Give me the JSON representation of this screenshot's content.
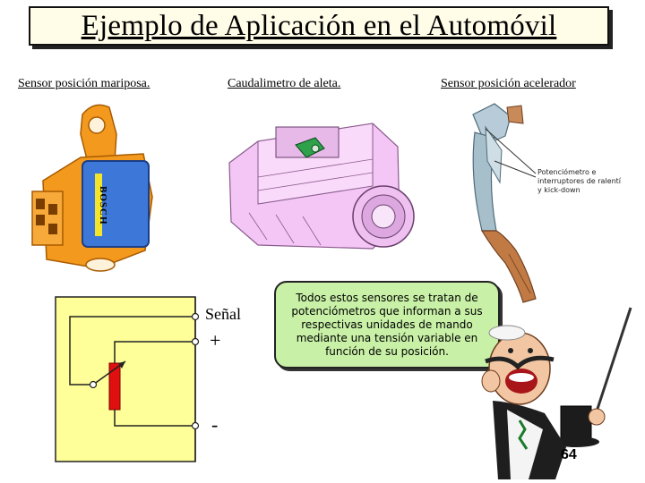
{
  "title": "Ejemplo de Aplicación en el Automóvil",
  "captions": {
    "left": "Sensor posición mariposa.",
    "center": "Caudalimetro de aleta.",
    "right": "Sensor posición acelerador"
  },
  "sensor_label": "BOSCH",
  "pedal_annotation": {
    "line1": "Potenciómetro e",
    "line2": "interruptores de ralentí",
    "line3": "y kick-down"
  },
  "circuit": {
    "signal_label": "Señal",
    "plus_label": "+",
    "minus_label": "-"
  },
  "callout_text": "Todos estos sensores se tratan de potenciómetros que informan a sus respectivas unidades de mando mediante una tensión variable en función de su posición.",
  "page_number": "64",
  "colors": {
    "title_bg": "#fffce8",
    "callout_bg": "#c8f0a6",
    "circuit_bg": "#ffff99",
    "sensor_body": "#f39a1e",
    "sensor_label_plate": "#3d78d8",
    "flowmeter_body": "#f3c6f5",
    "resistor": "#e01010"
  }
}
